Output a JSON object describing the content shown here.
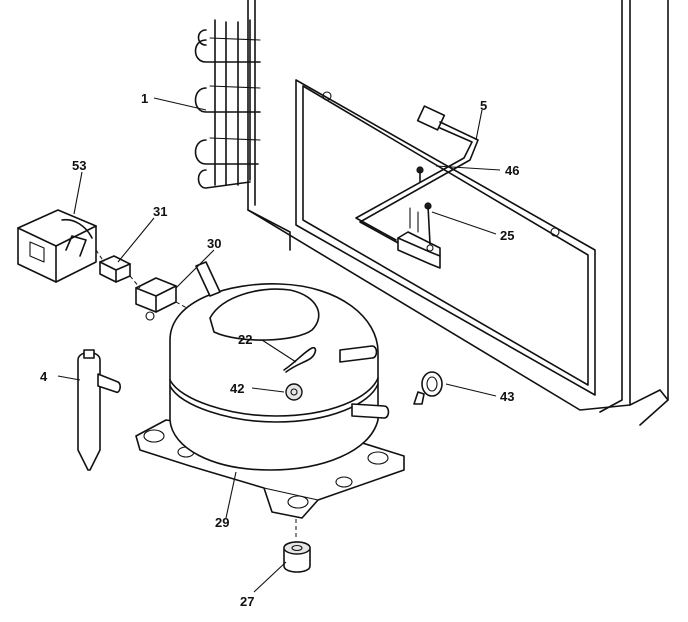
{
  "callouts": {
    "c1": "1",
    "c4": "4",
    "c5": "5",
    "c22": "22",
    "c25": "25",
    "c27": "27",
    "c29": "29",
    "c30": "30",
    "c31": "31",
    "c42": "42",
    "c43": "43",
    "c46": "46",
    "c53": "53"
  }
}
